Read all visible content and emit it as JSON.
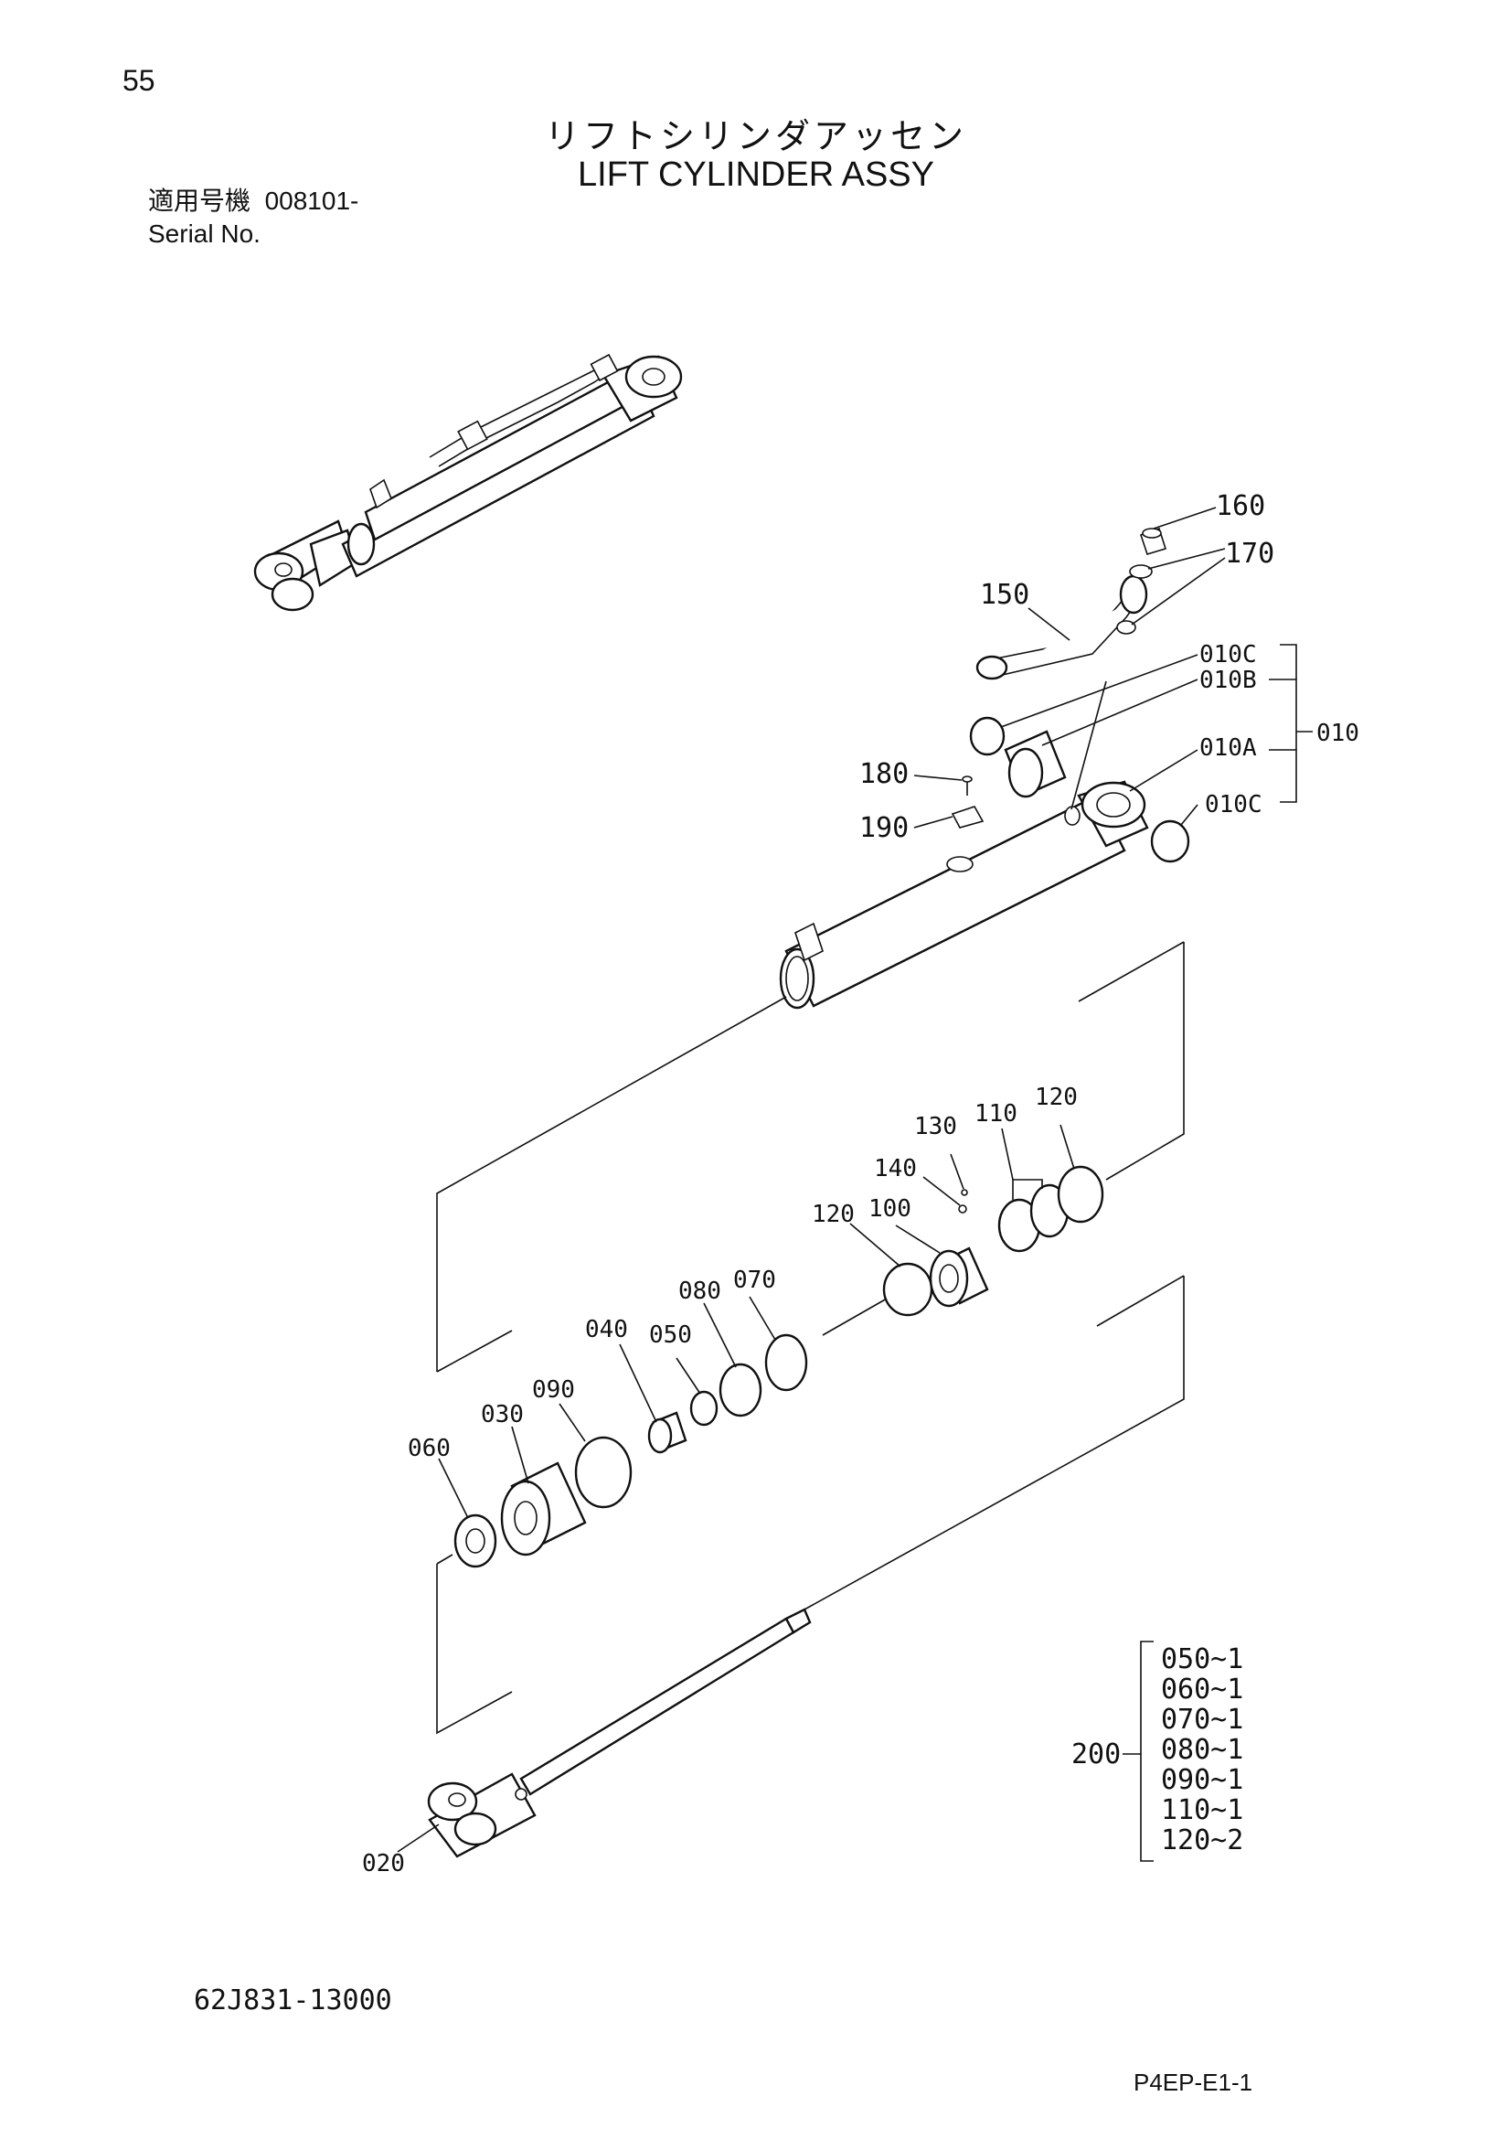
{
  "page_number": "55",
  "title_jp": "リフトシリンダアッセン",
  "title_en": "LIFT CYLINDER ASSY",
  "serial": {
    "label_jp": "適用号機",
    "value": "008101-",
    "label_en": "Serial No."
  },
  "callouts": {
    "p160": "160",
    "p170": "170",
    "p150": "150",
    "p010C_top": "010C",
    "p010B": "010B",
    "p010": "010",
    "p010A": "010A",
    "p010C_bottom": "010C",
    "p180": "180",
    "p190": "190",
    "p130": "130",
    "p110": "110",
    "p120_right": "120",
    "p140": "140",
    "p120_left": "120",
    "p100": "100",
    "p080": "080",
    "p070": "070",
    "p040": "040",
    "p050": "050",
    "p090": "090",
    "p030": "030",
    "p060": "060",
    "p020": "020"
  },
  "kit": {
    "id": "200",
    "items": [
      "050~1",
      "060~1",
      "070~1",
      "080~1",
      "090~1",
      "110~1",
      "120~2"
    ]
  },
  "drawing_number": "62J831-13000",
  "footer_code": "P4EP-E1-1"
}
